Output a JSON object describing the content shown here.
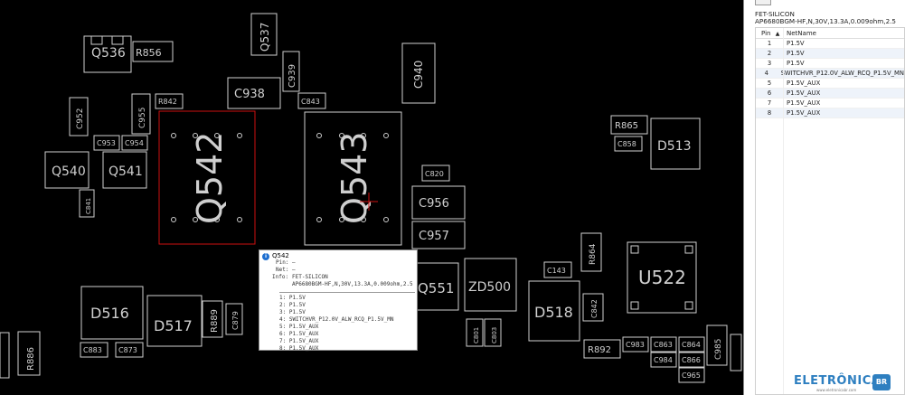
{
  "board": {
    "components": [
      "Q536",
      "R856",
      "Q537",
      "C939",
      "C940",
      "C938",
      "C843",
      "R842",
      "C952",
      "C955",
      "C953",
      "C954",
      "Q540",
      "Q541",
      "C841",
      "Q542",
      "Q543",
      "R865",
      "C858",
      "D513",
      "C820",
      "C956",
      "C957",
      "R864",
      "Q551",
      "ZD500",
      "C143",
      "C842",
      "U522",
      "D518",
      "D516",
      "D517",
      "R889",
      "C879",
      "R886",
      "C883",
      "C873",
      "C801",
      "C803",
      "R892",
      "C983",
      "C863",
      "C864",
      "C984",
      "C866",
      "C965",
      "C985"
    ]
  },
  "tooltip": {
    "title": "Q542",
    "pin_label": "Pin:",
    "pin_value": "—",
    "net_label": "Net:",
    "net_value": "—",
    "info_label": "Info:",
    "info_line1": "FET-SILICON",
    "info_line2": "AP6680BGM-HF,N,30V,13.3A,0.009ohm,2.5",
    "pins": [
      "1: P1.5V",
      "2: P1.5V",
      "3: P1.5V",
      "4: SWITCHVR_P12.0V_ALW_RCQ_P1.5V_MN",
      "5: P1.5V_AUX",
      "6: P1.5V_AUX",
      "7: P1.5V_AUX",
      "8: P1.5V_AUX"
    ]
  },
  "panel": {
    "part_type": "FET-SILICON",
    "part_desc": "AP6680BGM-HF,N,30V,13.3A,0.009ohm,2.5",
    "col_pin": "Pin",
    "col_net": "NetName",
    "rows": [
      {
        "pin": "1",
        "net": "P1.5V"
      },
      {
        "pin": "2",
        "net": "P1.5V"
      },
      {
        "pin": "3",
        "net": "P1.5V"
      },
      {
        "pin": "4",
        "net": "SWITCHVR_P12.0V_ALW_RCQ_P1.5V_MN"
      },
      {
        "pin": "5",
        "net": "P1.5V_AUX"
      },
      {
        "pin": "6",
        "net": "P1.5V_AUX"
      },
      {
        "pin": "7",
        "net": "P1.5V_AUX"
      },
      {
        "pin": "8",
        "net": "P1.5V_AUX"
      }
    ]
  },
  "logo": {
    "text": "ELETRÔNICA",
    "badge": "BR",
    "sub": "www.eletronicabr.com"
  },
  "colors": {
    "board_bg": "#000000",
    "silkscreen": "#cfcfcf",
    "selection": "#cc1111",
    "accent": "#2e7fc0"
  }
}
